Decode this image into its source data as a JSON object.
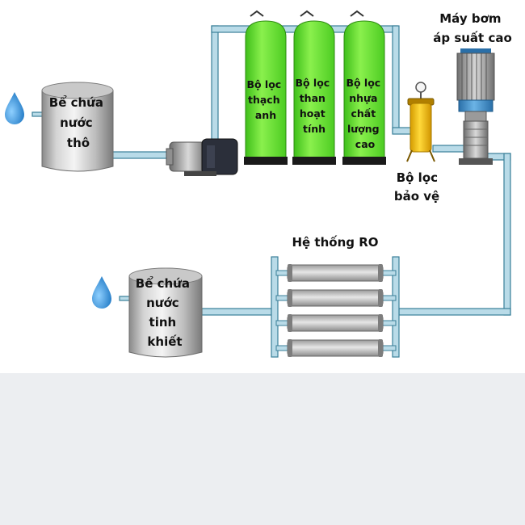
{
  "colors": {
    "background": "#ffffff",
    "lower_area": "#eceef1",
    "pipe": "#b9dbe8",
    "pipe_edge": "#3a7f99",
    "filter_green": "#74e63e",
    "guard_filter": "#f4c40a",
    "water_drop": "#2e8fd3",
    "pump_motor": "#2b2f3a",
    "hp_pump_blue": "#3f8ec9"
  },
  "tanks": {
    "raw": {
      "label_lines": [
        "Bể chứa",
        "nước",
        "thô"
      ]
    },
    "pure": {
      "label_lines": [
        "Bể chứa",
        "nước",
        "tinh",
        "khiết"
      ]
    }
  },
  "filters": [
    {
      "label_lines": [
        "Bộ lọc",
        "thạch",
        "anh"
      ]
    },
    {
      "label_lines": [
        "Bộ lọc",
        "than",
        "hoạt",
        "tính"
      ]
    },
    {
      "label_lines": [
        "Bộ lọc",
        "nhựa",
        "chất",
        "lượng",
        "cao"
      ]
    }
  ],
  "guard_filter": {
    "label_lines": [
      "Bộ lọc",
      "bảo vệ"
    ]
  },
  "high_pressure_pump": {
    "label_lines": [
      "Máy bơm",
      "áp suất cao"
    ]
  },
  "ro_system": {
    "title": "Hệ thống RO",
    "membrane_count": 4
  }
}
